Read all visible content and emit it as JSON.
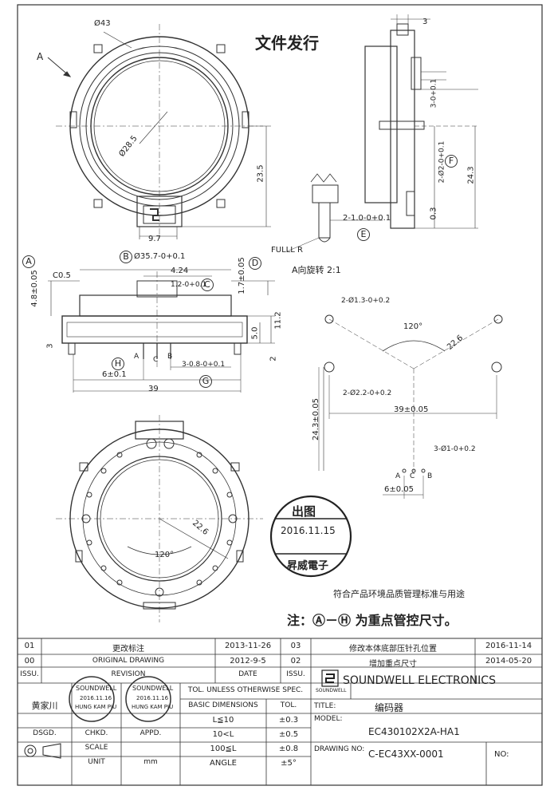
{
  "drawing": {
    "issue_mark": "文件发行",
    "note_bottom": "注：Ⓐ－Ⓗ 为重点管控尺寸。",
    "env_note": "符合产品环境品质管理标准与用途",
    "stamp": {
      "top": "出图",
      "date": "2016.11.15",
      "bottom": "昇威電子"
    },
    "dims": {
      "d43": "Ø43",
      "d285": "Ø28.5",
      "d235": "23.5",
      "d97": "9.7",
      "view_a": "A",
      "top3": "3",
      "d3tol": "3-0+0.1",
      "d2x2": "2-Ø2-0+0.1",
      "d243": "24.3",
      "d03": "0.3",
      "F": "F",
      "E": "E",
      "d2x10": "2-1.0-0+0.1",
      "fullr": "FULLL  R",
      "rot": "A向旋转  2:1",
      "A": "A",
      "B": "B",
      "C": "C",
      "D": "D",
      "G": "G",
      "H": "H",
      "d48": "4.8±0.05",
      "d357": "Ø35.7-0+0.1",
      "d17": "1.7±0.05",
      "c05": "C0.5",
      "d424": "4.24",
      "d12": "1.2-0+0.1",
      "d50": "5.0",
      "d112": "11.2",
      "d3": "3",
      "d2": "2",
      "d6": "6±0.1",
      "d3x08": "3-0.8-0+0.1",
      "d39": "39",
      "d2x13": "2-Ø1.3-0+0.2",
      "a120": "120°",
      "r226": "22.6",
      "d2x22": "2-Ø2.2-0+0.2",
      "d39tol": "39±0.05",
      "d243tol": "24.3±0.05",
      "d3x1": "3-Ø1-0+0.2",
      "d6tol": "6±0.05",
      "pinA": "A",
      "pinC": "C",
      "pinB": "B",
      "r226b": "22.6",
      "a120b": "120°"
    }
  },
  "title_block": {
    "rev_rows": [
      {
        "no": "01",
        "desc": "更改标注",
        "date": "2013-11-26",
        "no2": "03",
        "desc2": "修改本体底部压针孔位置",
        "date2": "2016-11-14"
      },
      {
        "no": "00",
        "desc": "ORIGINAL  DRAWING",
        "date": "2012-9-5",
        "no2": "02",
        "desc2": "增加重点尺寸",
        "date2": "2014-05-20"
      }
    ],
    "hdr_issu": "ISSU.",
    "hdr_revision": "REVISION",
    "hdr_date": "DATE",
    "hdr_issu2": "ISSU.",
    "company": "SOUNDWELL  ELECTRONICS",
    "logo_text": "SOUNDWELL",
    "tol_title": "TOL. UNLESS OTHERWISE SPEC.",
    "basic_dims": "BASIC DIMENSIONS",
    "tol": "TOL.",
    "tol_rows": [
      {
        "range": "L≦10",
        "val": "±0.3"
      },
      {
        "range": "10<L",
        "val": "±0.5"
      },
      {
        "range": "100≦L",
        "val": "±0.8"
      },
      {
        "range": "ANGLE",
        "val": "±5°"
      }
    ],
    "title_label": "TITLE:",
    "title": "编码器",
    "model_label": "MODEL:",
    "model": "EC430102X2A-HA1",
    "drawing_label": "DRAWING NO:",
    "drawing_no": "C-EC43XX-0001",
    "no_label": "NO:",
    "dsgd": "DSGD.",
    "chkd": "CHKD.",
    "appd": "APPD.",
    "scale": "SCALE",
    "unit": "UNIT",
    "unit_val": "mm",
    "signer": "黄家川",
    "stamp_text": "SOUNDWELL",
    "stamp_date": "2016.11.16",
    "stamp_name": "HUNG KAM PIU"
  }
}
